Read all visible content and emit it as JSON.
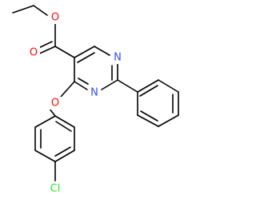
{
  "molecule": {
    "atoms": [
      {
        "id": "O1",
        "symbol": "O",
        "color": "#ff0d0d"
      },
      {
        "id": "O2",
        "symbol": "O",
        "color": "#ff0d0d"
      },
      {
        "id": "O3",
        "symbol": "O",
        "color": "#ff0d0d"
      },
      {
        "id": "N1",
        "symbol": "N",
        "color": "#3050f8"
      },
      {
        "id": "N2",
        "symbol": "N",
        "color": "#3050f8"
      },
      {
        "id": "Cl",
        "symbol": "Cl",
        "color": "#1ff01f"
      }
    ],
    "bond_color": "#000000",
    "background": "#ffffff"
  }
}
